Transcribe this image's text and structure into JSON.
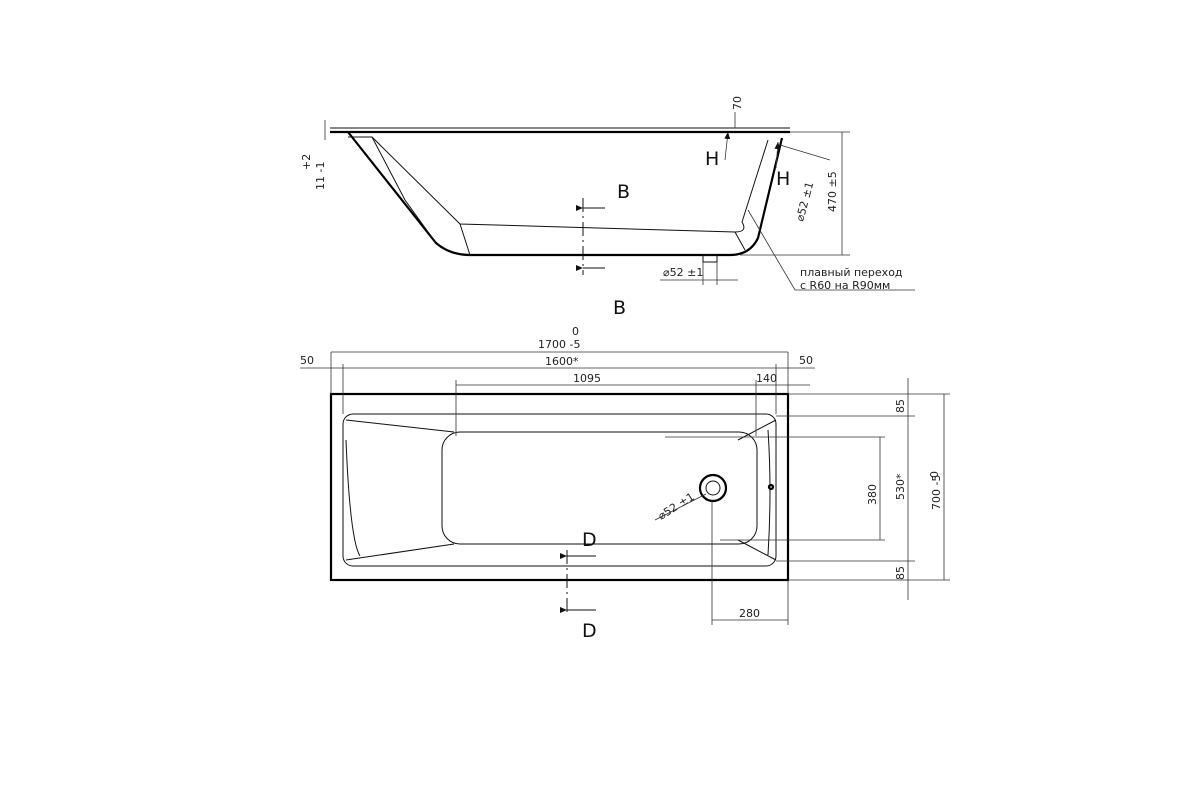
{
  "side_view": {
    "section_label_top": "B",
    "section_label_bottom": "B",
    "dim_rim_tol_top": "+2",
    "dim_rim_thickness": "11 -1",
    "dim_70": "70",
    "h_label_1": "H",
    "h_label_2": "H",
    "dim_overflow_diameter": "⌀52 ±1",
    "dim_height": "470 ±5",
    "dim_drain_diameter": "⌀52 ±1",
    "note_line_1": "плавный переход",
    "note_line_2": "с R60 на R90мм"
  },
  "top_view": {
    "dim_length_tol": "0",
    "dim_length": "1700 -5",
    "dim_left_50": "50",
    "dim_right_50": "50",
    "dim_1600": "1600*",
    "dim_1095": "1095",
    "dim_140": "140",
    "dim_85_top": "85",
    "dim_85_bottom": "85",
    "dim_380": "380",
    "dim_530": "530*",
    "dim_width_tol": "0",
    "dim_width": "700 -5",
    "dim_drain_diameter": "⌀52 ±1",
    "dim_280": "280",
    "section_label_top": "D",
    "section_label_bottom": "D"
  }
}
